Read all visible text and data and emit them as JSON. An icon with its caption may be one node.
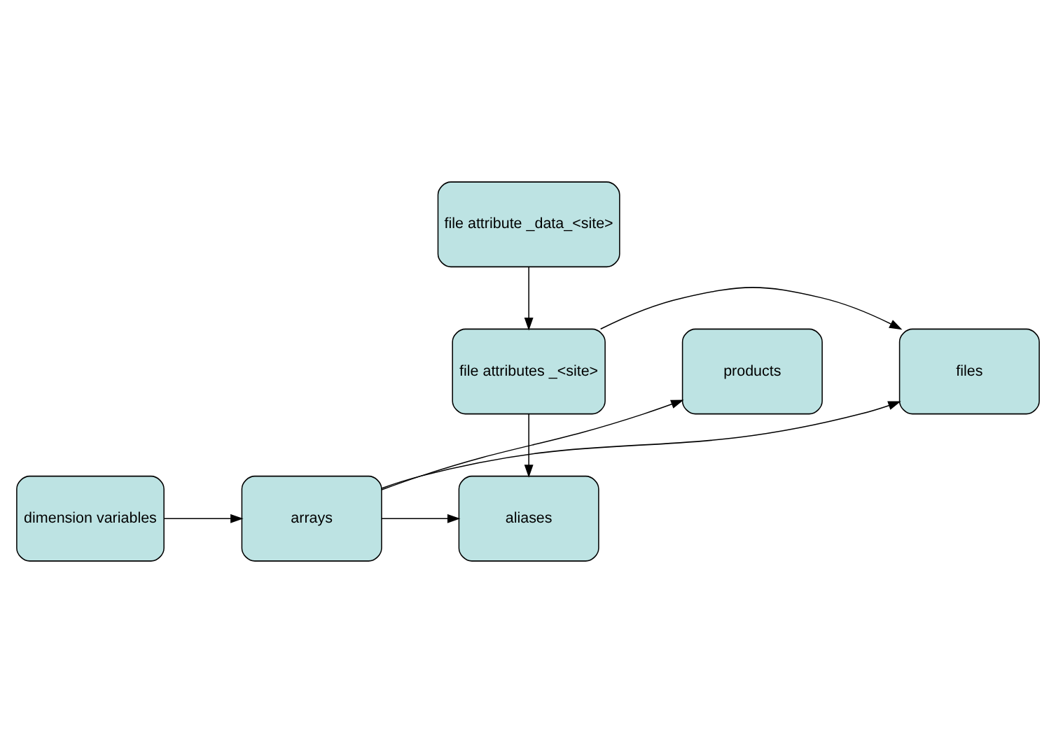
{
  "diagram": {
    "nodes": [
      {
        "text": [
          "file attribute _data_<site>"
        ]
      },
      {
        "text": [
          "products"
        ]
      },
      {
        "text": [
          "files"
        ]
      },
      {
        "text": [
          "file attributes _<site>"
        ]
      },
      {
        "text": [
          "dimension variables"
        ]
      },
      {
        "text": [
          "arrays"
        ]
      },
      {
        "text": [
          "aliases"
        ]
      }
    ],
    "edges": [
      {
        "from": 0,
        "to": 3,
        "arrow": "to"
      },
      {
        "from": 3,
        "to": 2,
        "arrow": "to"
      },
      {
        "from": 3,
        "to": 6,
        "arrow": "to"
      },
      {
        "from": 5,
        "to": 1,
        "arrow": "to"
      },
      {
        "from": 5,
        "to": 2,
        "arrow": "to"
      },
      {
        "from": 4,
        "to": 5,
        "arrow": "to"
      },
      {
        "from": 5,
        "to": 6,
        "arrow": "to"
      }
    ]
  }
}
